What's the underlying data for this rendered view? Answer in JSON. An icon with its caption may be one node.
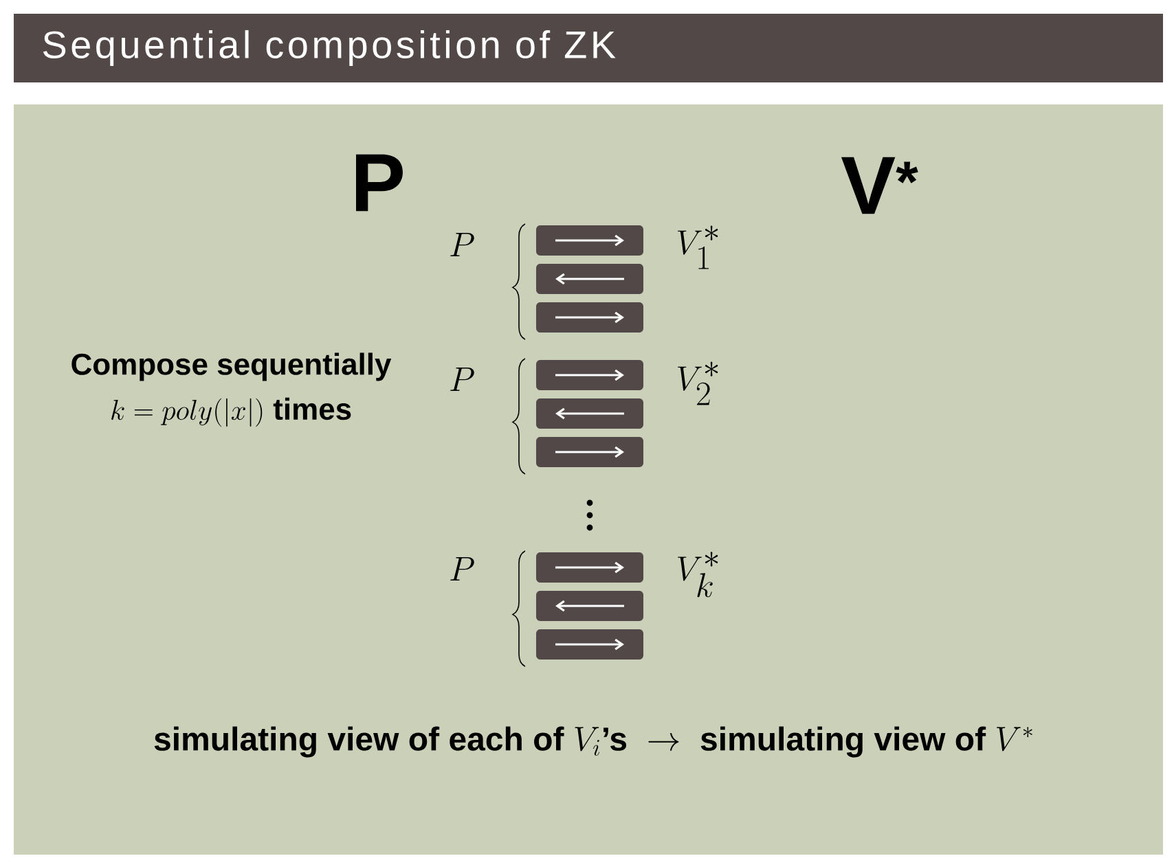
{
  "diagram": {
    "title": "Sequential composition of ZK",
    "nodes": [
      {
        "text": [],
        "shape": "box"
      },
      {
        "text": [],
        "shape": "box"
      },
      {
        "text": [],
        "shape": "box"
      },
      {
        "text": [],
        "shape": "box"
      },
      {
        "text": [],
        "shape": "box"
      },
      {
        "text": [],
        "shape": "box"
      },
      {
        "text": [],
        "shape": "box"
      },
      {
        "text": [],
        "shape": "box"
      },
      {
        "text": [],
        "shape": "box"
      }
    ],
    "labels": [
      "P",
      "V$^{*}$",
      "P",
      "V_1^*",
      "Compose sequentially",
      "k = poly(|x|)\\text{ times}",
      "P",
      "V_2^*",
      "P",
      "V_k^*",
      "\\text{simulating view of each of }V_i\\text{’s} \\;\\rightarrow\\; \\text{simulating view of }V^*"
    ]
  }
}
